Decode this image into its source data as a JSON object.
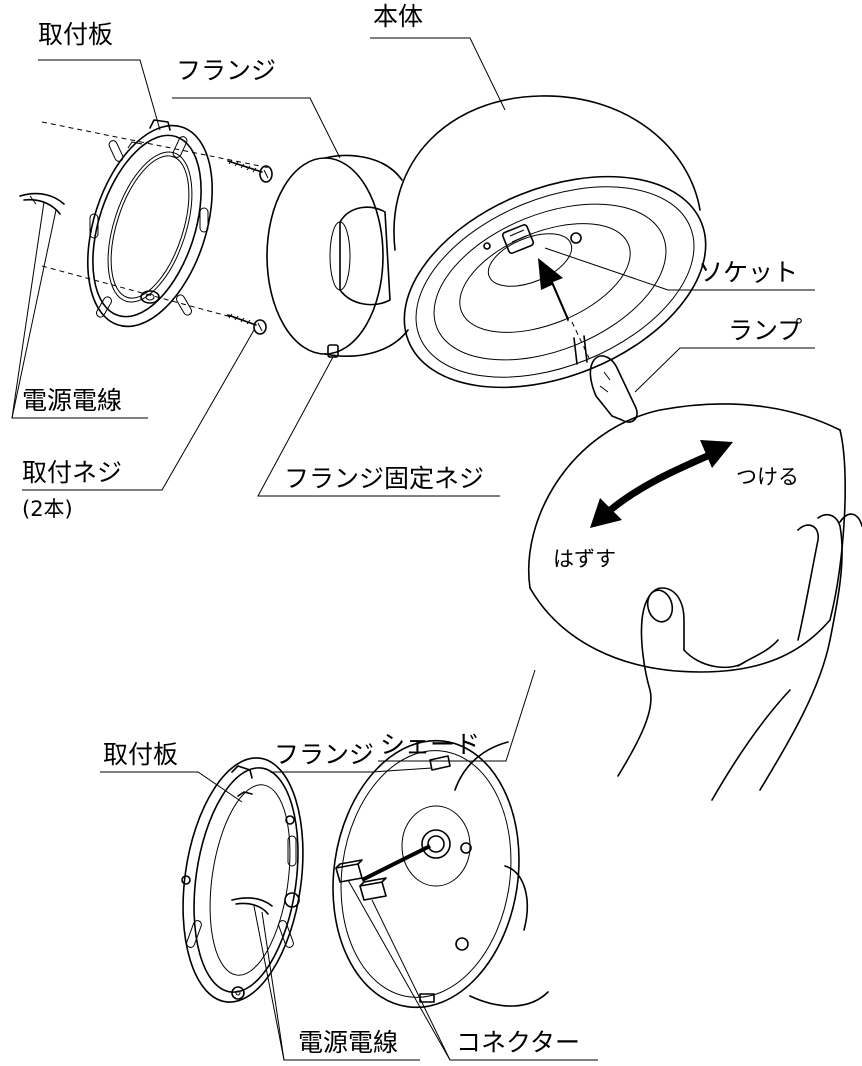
{
  "top_view": {
    "mounting_plate": "取付板",
    "flange": "フランジ",
    "body": "本体",
    "socket": "ソケット",
    "lamp": "ランプ",
    "power_wire": "電源電線",
    "mounting_screw": "取付ネジ",
    "mounting_screw_count": "(2本)",
    "flange_fixing_screw": "フランジ固定ネジ"
  },
  "shade_view": {
    "attach": "つける",
    "remove": "はずす",
    "shade": "シェード"
  },
  "bottom_view": {
    "mounting_plate": "取付板",
    "flange": "フランジ",
    "power_wire": "電源電線",
    "connector": "コネクター"
  }
}
